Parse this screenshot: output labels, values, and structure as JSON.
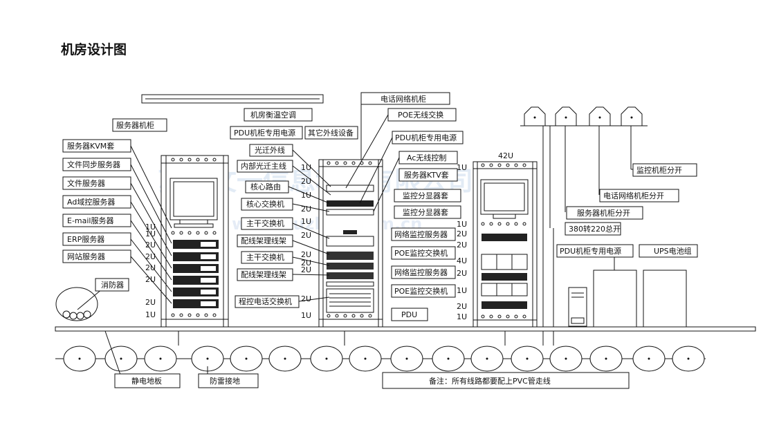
{
  "title": "机房设计图",
  "watermark": {
    "line1": "苏州文一信息科技有限公司",
    "line2": "www.suzhou.com.cn"
  },
  "labels": {
    "server_cabinet": "服务器机柜",
    "kvm": "服务器KVM套",
    "file_sync": "文件同步服务器",
    "file_server": "文件服务器",
    "ad": "Ad域控服务器",
    "email": "E-mail服务器",
    "erp": "ERP服务器",
    "web": "网站服务器",
    "fire": "消防器",
    "ac": "机房衡温空调",
    "pdu1": "PDU机柜专用电源",
    "other": "其它外线设备",
    "fiber_out": "光迁外线",
    "fiber_main": "内部光迁主线",
    "core_router": "核心路由",
    "core_switch": "核心交换机",
    "trunk1": "主干交换机",
    "patch1": "配线架理线架",
    "trunk2": "主干交换机",
    "patch2": "配线架理线架",
    "pbx": "程控电话交换机",
    "tel_cabinet": "电话网络机柜",
    "poe_wifi": "POE无线交换",
    "pdu2": "PDU机柜专用电源",
    "ac_ctrl": "Ac无线控制",
    "ktv": "服务器KTV套",
    "splitter1": "监控分显器套",
    "splitter2": "监控分显器套",
    "nvr1": "网络监控服务器",
    "poe_sw1": "POE监控交换机",
    "nvr2": "网络监控服务器",
    "poe_sw2": "POE监控交换机",
    "pdu": "PDU",
    "u42": "42U",
    "mon_split": "监控机柜分开",
    "tel_split": "电话网络机柜分开",
    "srv_split": "服务器机柜分开",
    "v380": "380转220总开",
    "pdu3": "PDU机柜专用电源",
    "ups": "UPS电池组",
    "antistatic": "静电地板",
    "lightning": "防雷接地",
    "note": "备注：所有线路都要配上PVC管走线"
  },
  "u_marks": {
    "left": [
      "1U",
      "1U",
      "2U",
      "2U",
      "2U",
      "2U",
      "2U",
      "1U"
    ],
    "mid": [
      "1U",
      "2U",
      "1U",
      "2U",
      "1U",
      "2U",
      "2U",
      "2U",
      "2U",
      "2U",
      "1U"
    ],
    "right": [
      "1U",
      "1U",
      "2U",
      "2U",
      "4U",
      "2U",
      "1U",
      "2U",
      "1U"
    ]
  }
}
